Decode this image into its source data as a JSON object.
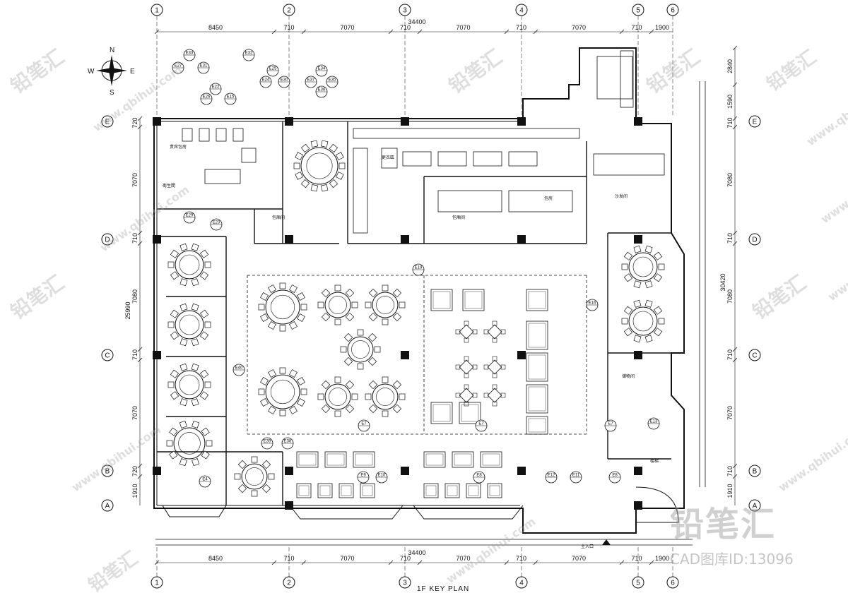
{
  "grid_columns": [
    "1",
    "2",
    "3",
    "4",
    "5",
    "6"
  ],
  "grid_rows": [
    "E",
    "D",
    "C",
    "B",
    "A"
  ],
  "top_dimensions": [
    "8450",
    "710",
    "7070",
    "710",
    "7070",
    "710",
    "7070",
    "710",
    "1900"
  ],
  "top_total": "34400",
  "bottom_dimensions": [
    "8450",
    "710",
    "7070",
    "710",
    "7070",
    "710",
    "7070",
    "710",
    "1900"
  ],
  "bottom_total": "34400",
  "left_dimensions": [
    "720",
    "7070",
    "710",
    "7080",
    "710",
    "7070",
    "720",
    "1910"
  ],
  "left_total": "25990",
  "right_dimensions": [
    "2840",
    "1590",
    "710",
    "7080",
    "710",
    "7080",
    "710",
    "7070",
    "710",
    "1910"
  ],
  "right_total": "30420",
  "north": {
    "n": "N",
    "s": "S",
    "e": "E",
    "w": "W"
  },
  "drawing_title": "1F KEY PLAN",
  "entrance_label": "主入口",
  "watermark_brand": "铅笔汇",
  "watermark_site": "www.qbihui.com",
  "watermark_id": "CAD图库ID:13096",
  "room_labels": [
    "更衣區",
    "包房",
    "包厢间",
    "包厢间",
    "贵宾包房",
    "沙发间",
    "储物间",
    "楼梯",
    "衛生間"
  ],
  "elevation_tags": [
    "E33",
    "E32",
    "E31",
    "E27",
    "E22",
    "E26",
    "E15",
    "E25",
    "E24",
    "E30",
    "E34",
    "E37",
    "E35",
    "E36",
    "E29",
    "E23",
    "E19",
    "E16",
    "E40",
    "E39",
    "E38",
    "E7",
    "E7",
    "E7",
    "E9",
    "E10",
    "E8",
    "E12",
    "E11",
    "E8",
    "E4",
    "E13"
  ]
}
